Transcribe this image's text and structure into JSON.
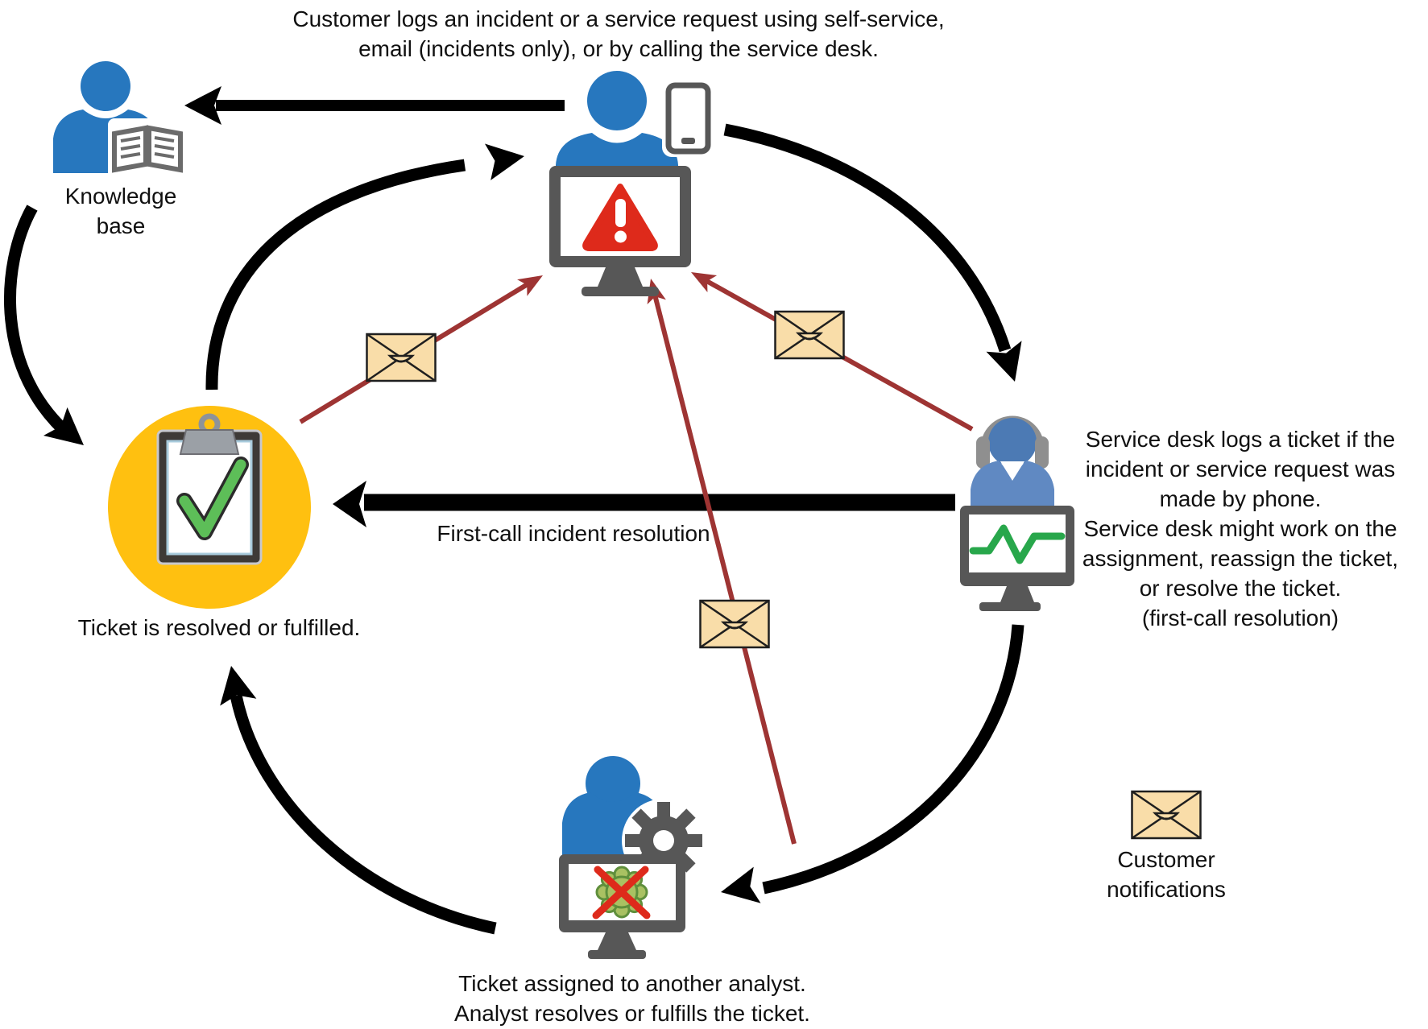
{
  "diagram": {
    "top_caption": "Customer logs an incident or a service request using self-service,\nemail (incidents only), or by calling the service desk.",
    "knowledge_base_label": "Knowledge\nbase",
    "ticket_resolved_label": "Ticket is resolved or fulfilled.",
    "first_call_label": "First-call incident resolution",
    "service_desk_note": "Service desk logs a ticket if the\nincident or service request was\nmade by phone.\nService desk might work on the\nassignment, reassign the ticket,\nor resolve the ticket.\n(first-call resolution)",
    "analyst_caption": "Ticket assigned to another analyst.\nAnalyst resolves or fulfills the ticket.",
    "legend_label": "Customer\nnotifications"
  },
  "icons": {
    "knowledge_base": "person-with-open-book-icon",
    "customer": "person-with-alert-monitor-and-smartphone-icon",
    "service_desk": "agent-with-headset-and-pulse-monitor-icon",
    "analyst": "person-with-gear-and-crossed-bug-monitor-icon",
    "resolved_ticket": "clipboard-with-green-checkmark-icon",
    "customer_notification": "envelope-icon"
  },
  "colors": {
    "person_blue": "#2777BE",
    "agent_head_blue": "#4C7AB4",
    "agent_body_blue": "#6089C2",
    "device_gray": "#575757",
    "accessory_gray": "#8F8F8F",
    "book_gray": "#6B6B6B",
    "alert_red": "#DE2A1B",
    "check_green": "#5DBE58",
    "line_green": "#28A74B",
    "bug_green": "#A9C162",
    "bug_outline": "#5F8F3C",
    "circle_yellow": "#FFC010",
    "envelope_fill": "#F9DDA9",
    "envelope_line": "#1F1F1F",
    "notify_red": "#9E3433",
    "arrow_black": "#000000"
  }
}
